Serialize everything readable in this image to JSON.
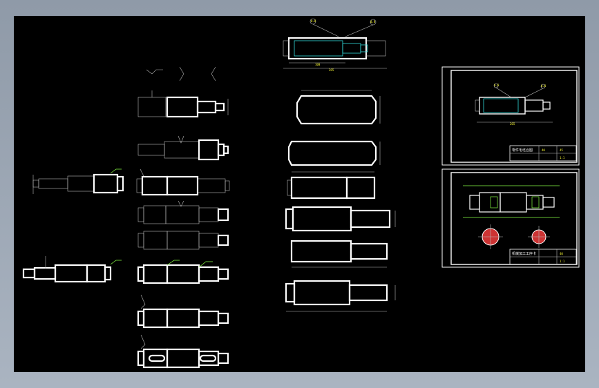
{
  "colors": {
    "canvas_bg": "#000000",
    "frame_gradient_top": "#8f9aa8",
    "outline": "#ffffff",
    "dimension": "#ffff33",
    "annotation": "#88ff44",
    "hidden_line": "#33dddd",
    "section_fill": "#cc3333"
  },
  "icons": [
    "shaft-drawing",
    "workpiece-blank",
    "drawing-sheet",
    "title-block",
    "section-view"
  ],
  "sheets": {
    "sheet1": {
      "title_block": "零件毛坯合图",
      "labels": [
        "40",
        "45",
        "1:1"
      ]
    },
    "sheet2": {
      "title_block": "机械加工工序卡",
      "labels": [
        "40",
        "1:1"
      ]
    }
  },
  "dims": {
    "top_balloon_left": "0.8",
    "top_balloon_right": "0.8",
    "top_total": "265",
    "top_seg1": "100",
    "sheet1_balloon_left": "0.8",
    "sheet1_balloon_right": "0.8",
    "sheet1_total": "265"
  }
}
